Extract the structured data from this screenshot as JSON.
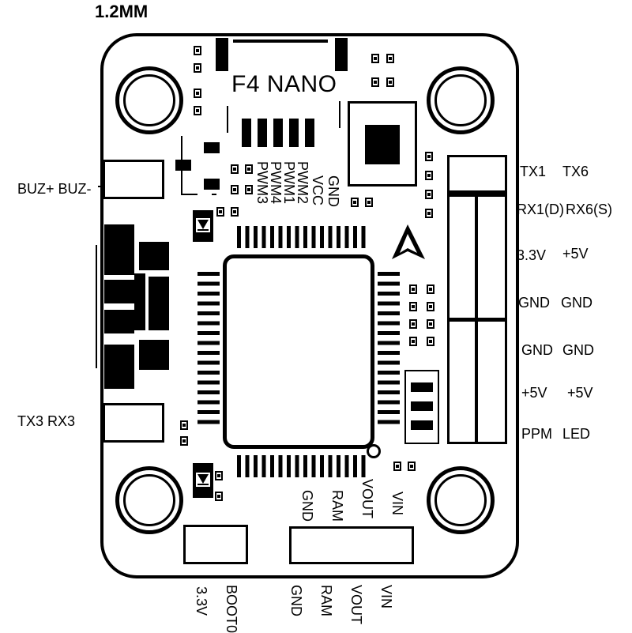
{
  "title": "1.2MM",
  "board": {
    "name": "F4 NANO",
    "top_pads": [
      "PWM3",
      "PWM4",
      "PWM1",
      "PWM2",
      "VCC",
      "GND"
    ],
    "left": {
      "buzzer": "BUZ+ BUZ-",
      "uart3": "TX3 RX3"
    },
    "right_rows": [
      {
        "a": "TX1",
        "b": "TX6"
      },
      {
        "a": "RX1(D)",
        "b": "RX6(S)"
      },
      {
        "a": "3.3V",
        "b": "+5V"
      },
      {
        "a": "GND",
        "b": "GND"
      },
      {
        "a": "GND",
        "b": "GND"
      },
      {
        "a": "+5V",
        "b": "+5V"
      },
      {
        "a": "PPM",
        "b": "LED"
      }
    ],
    "bottom_onboard": [
      "GND",
      "RAM",
      "VOUT",
      "VIN"
    ],
    "bottom_outside": [
      "3.3V",
      "BOOT0",
      "GND",
      "RAM",
      "VOUT",
      "VIN"
    ]
  },
  "colors": {
    "line": "#000000",
    "background": "#ffffff"
  },
  "icons": {
    "orientation": "arrow-icon",
    "diode": "diode-icon",
    "mounting_hole": "mounting-hole-icon"
  }
}
